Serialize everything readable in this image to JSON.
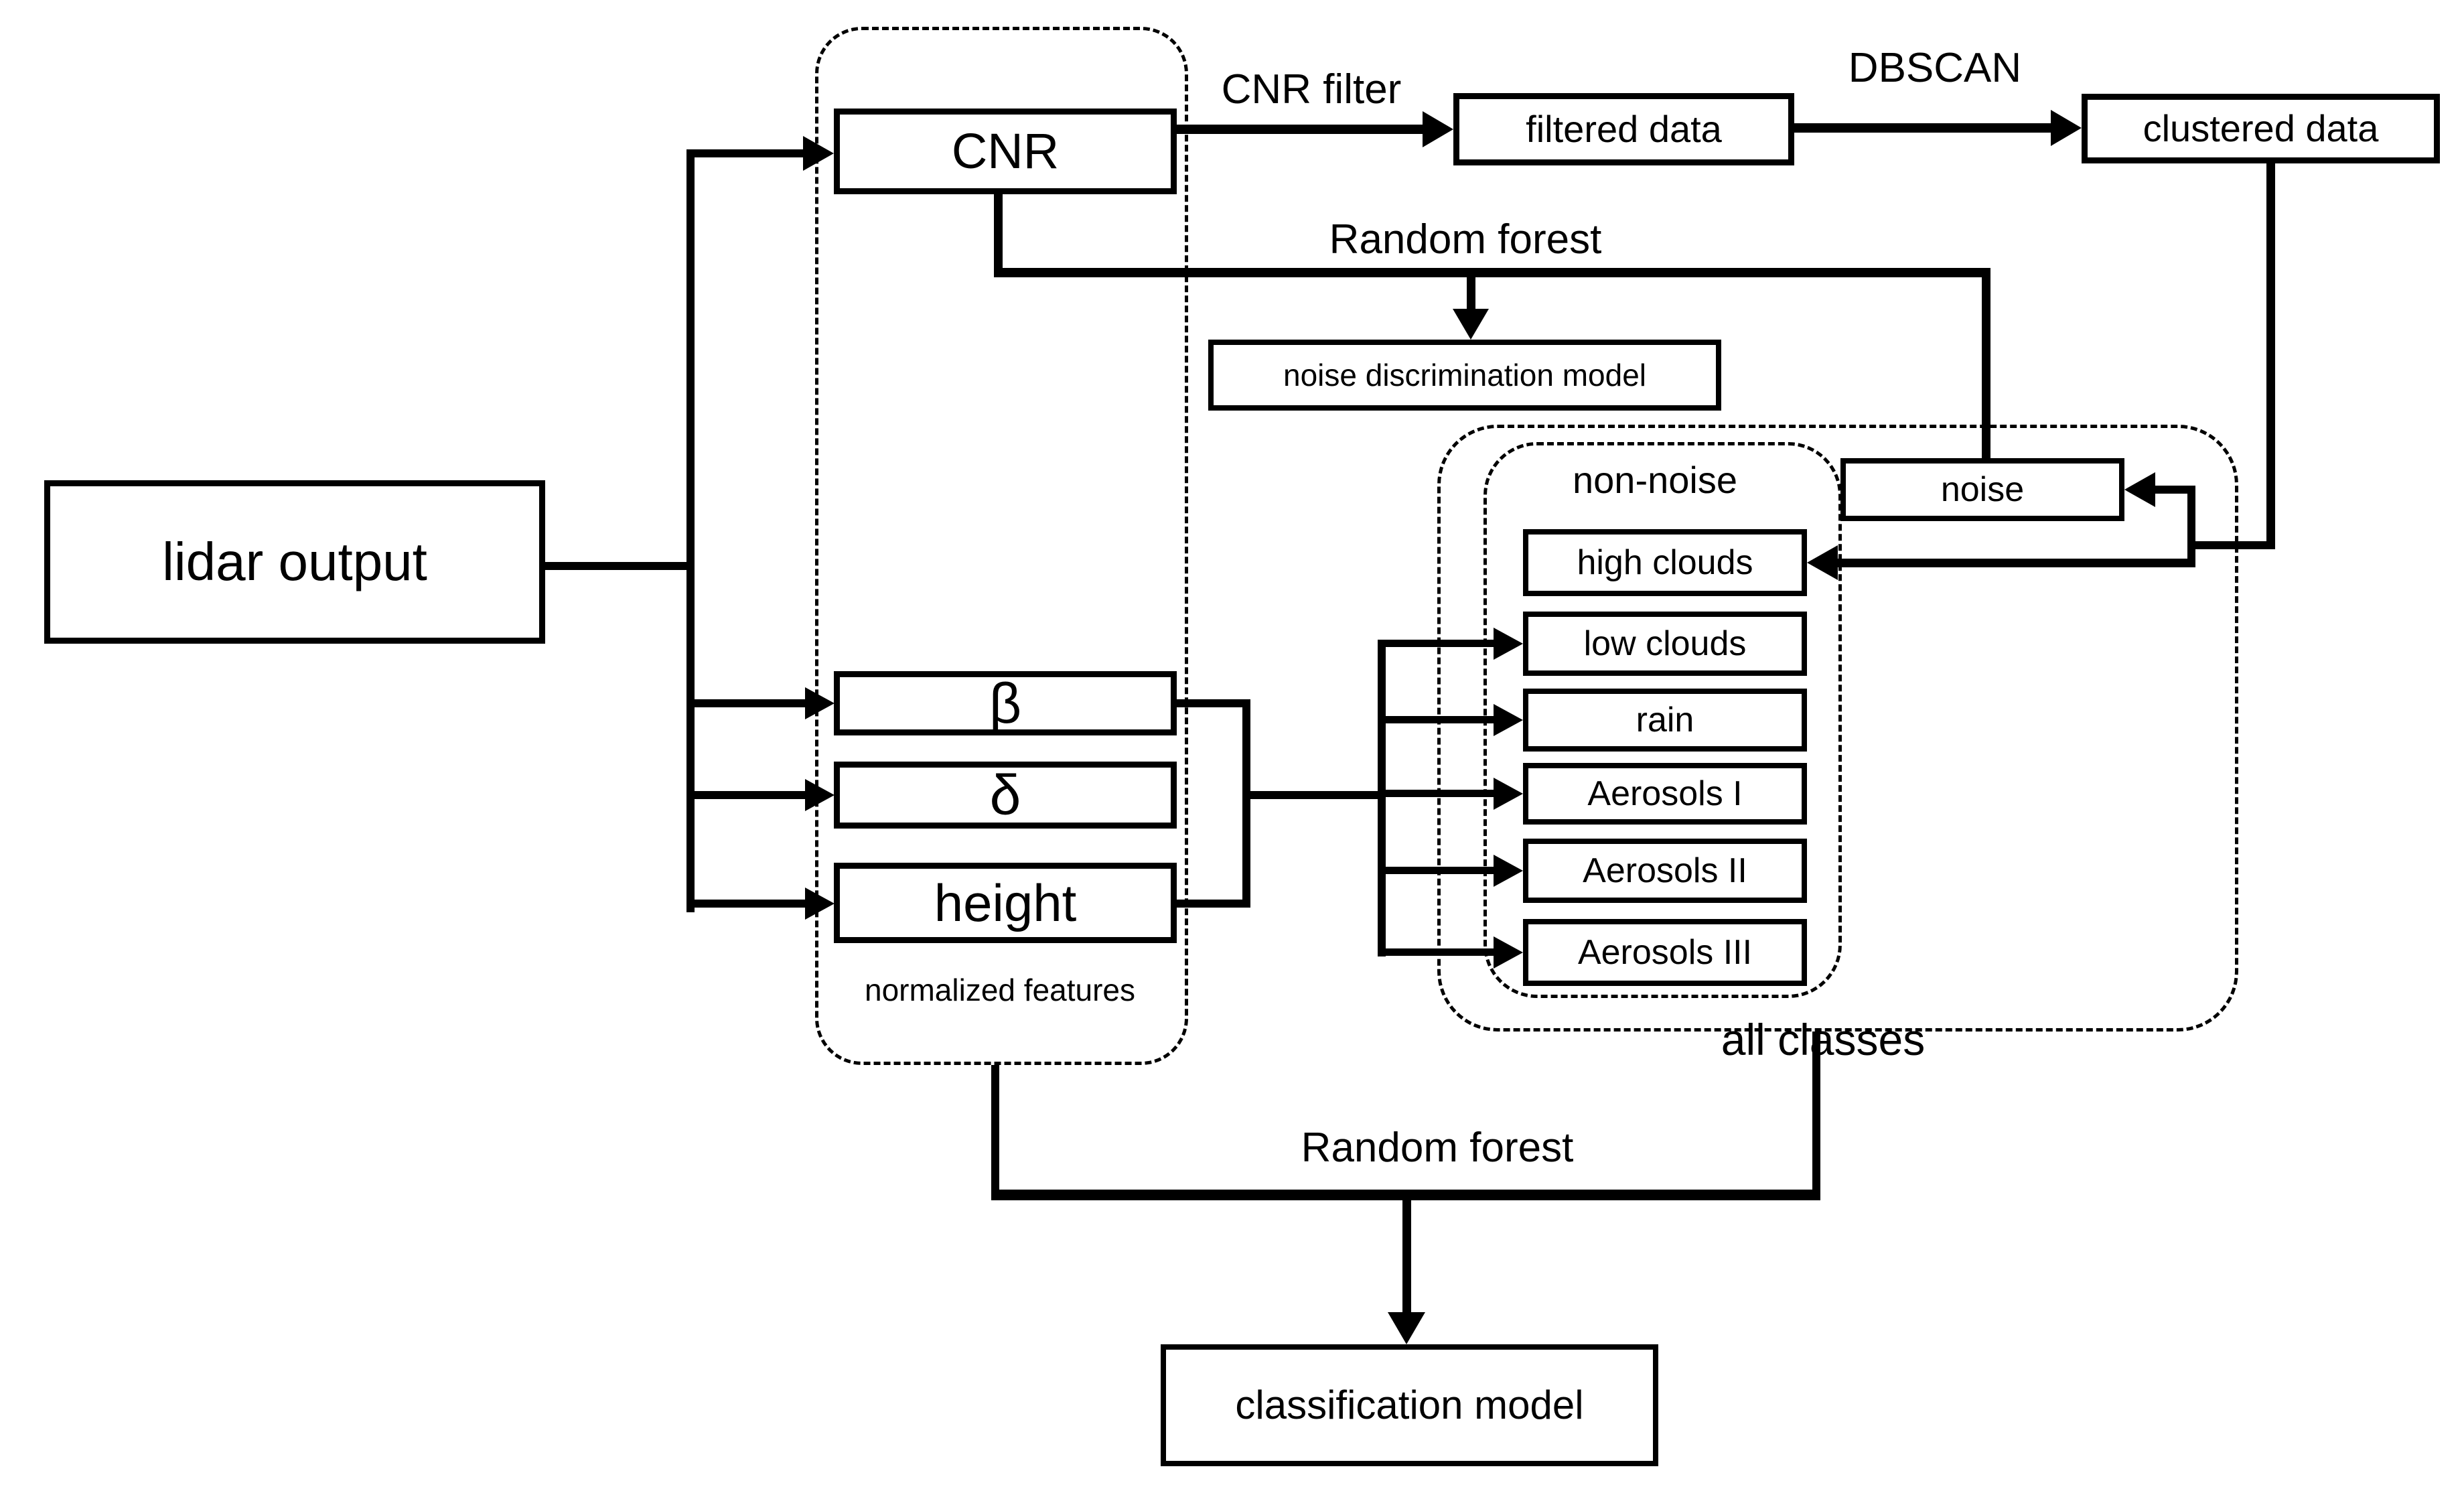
{
  "figure": {
    "colors": {
      "line": "#000000",
      "background": "#ffffff",
      "box_fill": "#ffffff"
    },
    "nodes": {
      "lidar_output": {
        "label": "lidar output"
      },
      "cnr": {
        "label": "CNR"
      },
      "filtered_data": {
        "label": "filtered data"
      },
      "clustered_data": {
        "label": "clustered data"
      },
      "noise_discrimination_model": {
        "label": "noise discrimination model"
      },
      "noise": {
        "label": "noise"
      },
      "high_clouds": {
        "label": "high clouds"
      },
      "low_clouds": {
        "label": "low clouds"
      },
      "rain": {
        "label": "rain"
      },
      "aerosols_1": {
        "label": "Aerosols I"
      },
      "aerosols_2": {
        "label": "Aerosols II"
      },
      "aerosols_3": {
        "label": "Aerosols III"
      },
      "beta": {
        "label": "β"
      },
      "delta": {
        "label": "δ"
      },
      "height": {
        "label": "height"
      },
      "classification_model": {
        "label": "classification model"
      }
    },
    "edge_labels": {
      "cnr_filter": "CNR filter",
      "dbscan": "DBSCAN",
      "random_forest_top": "Random forest",
      "random_forest_bottom": "Random forest"
    },
    "groups": {
      "normalized_features": {
        "label": "normalized features"
      },
      "non_noise": {
        "label": "non-noise"
      },
      "all_classes": {
        "label": "all classes"
      }
    }
  }
}
